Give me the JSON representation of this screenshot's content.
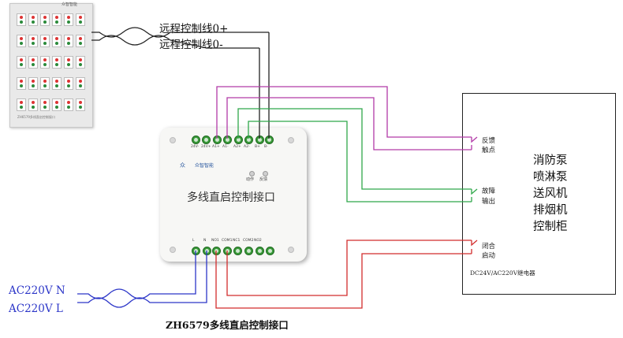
{
  "remote_panel": {
    "logo_text": "众智智能",
    "footer_text": "ZH6579多线直启控制接口"
  },
  "interface": {
    "title": "多线直启控制接口",
    "logo_mark": "众",
    "logo_text": "众智智能",
    "led_run_label": "动作",
    "led_fault_label": "反馈",
    "top_terminals": [
      "24V-",
      "24V+",
      "A1+",
      "A1-",
      "A2+",
      "A2-",
      "B+",
      "B-"
    ],
    "bottom_terminals": [
      "L",
      "N",
      "NO1",
      "COM1",
      "NC1",
      "COM2",
      "NO2"
    ]
  },
  "wire_labels": {
    "remote_plus": "远程控制线0+",
    "remote_minus": "远程控制线0-",
    "ac_n": "AC220V  N",
    "ac_l": "AC220V  L"
  },
  "cabinet": {
    "lines": [
      "消防泵",
      "喷淋泵",
      "送风机",
      "排烟机",
      "控制柜"
    ],
    "relay_note": "DC24V/AC220V继电器"
  },
  "relays": {
    "feedback": [
      "反馈",
      "触点"
    ],
    "fault": [
      "故障",
      "输出"
    ],
    "start": [
      "闭合",
      "启动"
    ]
  },
  "caption": "ZH6579多线直启控制接口",
  "colors": {
    "remote_wire": "#222222",
    "feedback_wire": "#b23aa8",
    "fault_wire": "#2fa84a",
    "start_wire": "#d22c2c",
    "ac_wire": "#2c36c8"
  }
}
